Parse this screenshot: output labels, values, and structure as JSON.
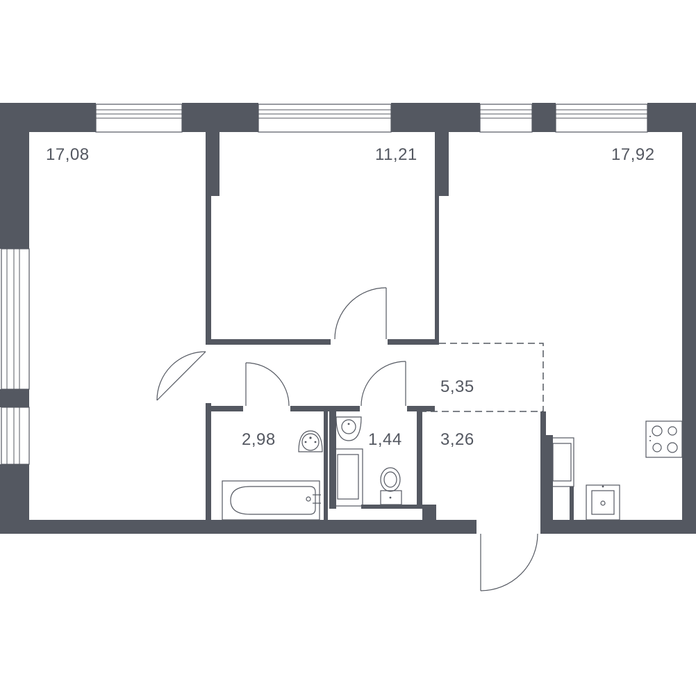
{
  "rooms": {
    "bedroom_left": {
      "area": "17,08"
    },
    "bedroom_mid": {
      "area": "11,21"
    },
    "kitchen_living": {
      "area": "17,92"
    },
    "hallway": {
      "area": "5,35"
    },
    "bathroom": {
      "area": "2,98"
    },
    "toilet": {
      "area": "1,44"
    },
    "corridor": {
      "area": "3,26"
    }
  },
  "colors": {
    "wall": "#545861",
    "background": "#ffffff"
  },
  "icons": [
    "window",
    "door-swing",
    "washbasin",
    "bathtub",
    "toilet",
    "washing-machine",
    "stove",
    "sink"
  ]
}
